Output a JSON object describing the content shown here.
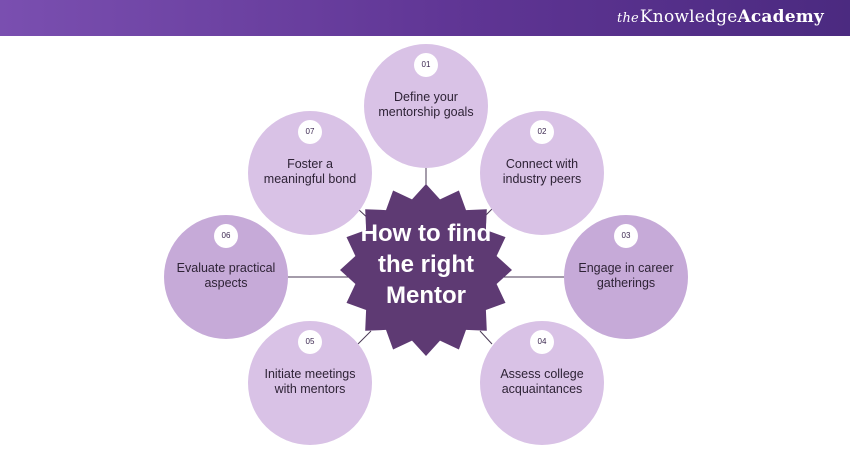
{
  "brand": {
    "prefix": "the",
    "name": "Knowledge",
    "suffix": "Academy"
  },
  "center": {
    "title": "How to find the right Mentor"
  },
  "steps": [
    {
      "number": "01",
      "label": "Define your mentorship goals"
    },
    {
      "number": "02",
      "label": "Connect with industry peers"
    },
    {
      "number": "03",
      "label": "Engage in career gatherings"
    },
    {
      "number": "04",
      "label": "Assess college acquaintances"
    },
    {
      "number": "05",
      "label": "Initiate meetings with mentors"
    },
    {
      "number": "06",
      "label": "Evaluate practical aspects"
    },
    {
      "number": "07",
      "label": "Foster a meaningful bond"
    }
  ],
  "colors": {
    "header": "#5f3594",
    "center": "#5e3a73",
    "node_light": "#d9c2e6",
    "node_mid": "#c6aad8",
    "connector": "#4a3a55"
  }
}
